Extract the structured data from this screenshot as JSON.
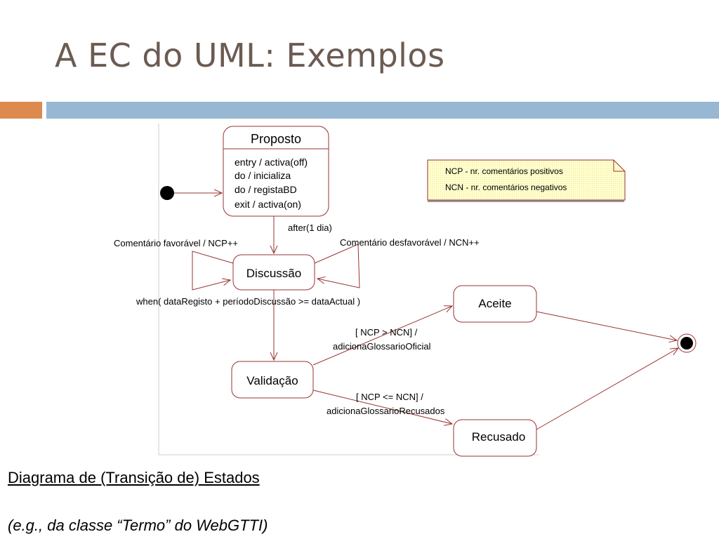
{
  "title": "A EC do UML: Exemplos",
  "colors": {
    "title_text": "#6b5b52",
    "bar_accent": "#dd8a4f",
    "bar_main": "#98b7d3",
    "state_border": "#993333",
    "note_fill": "#ffffcc"
  },
  "diagram": {
    "states": {
      "proposto": {
        "name": "Proposto",
        "actions": [
          "entry / activa(off)",
          "do / inicializa",
          "do / registaBD",
          "exit / activa(on)"
        ]
      },
      "discussao": {
        "name": "Discussão"
      },
      "validacao": {
        "name": "Validação"
      },
      "aceite": {
        "name": "Aceite"
      },
      "recusado": {
        "name": "Recusado"
      }
    },
    "note": {
      "lines": [
        "NCP - nr. comentários positivos",
        "NCN - nr. comentários negativos"
      ]
    },
    "transitions": {
      "after": "after(1 dia)",
      "favoravel": "Comentário favorável / NCP++",
      "desfavoravel": "Comentário desfavorável / NCN++",
      "when": "when( dataRegisto + períodoDiscussão >= dataActual )",
      "aceite_guard": "[ NCP > NCN] /",
      "aceite_action": "adicionaGlossarioOficial",
      "recusado_guard": "[ NCP <= NCN] /",
      "recusado_action": "adicionaGlossarioRecusados"
    }
  },
  "caption": "Diagrama de (Transição de) Estados",
  "subcaption": "(e.g., da classe “Termo” do WebGTTI)"
}
